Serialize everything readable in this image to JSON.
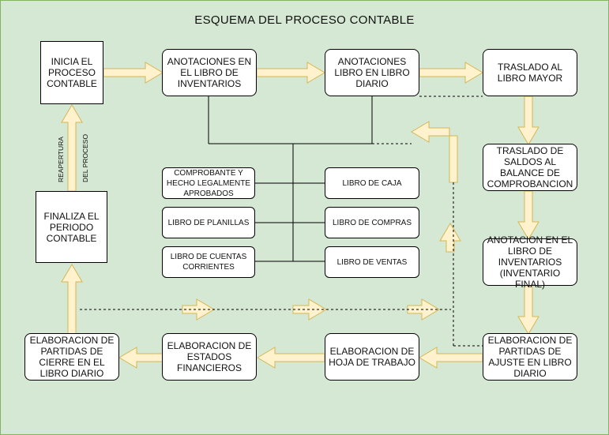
{
  "title": "ESQUEMA DEL PROCESO CONTABLE",
  "nodes": {
    "inicia": "INICIA EL PROCESO CONTABLE",
    "anot_inventarios": "ANOTACIONES EN EL LIBRO DE INVENTARIOS",
    "anot_diario": "ANOTACIONES LIBRO EN LIBRO DIARIO",
    "traslado_mayor": "TRASLADO AL LIBRO MAYOR",
    "traslado_saldos": "TRASLADO DE SALDOS AL BALANCE DE COMPROBANCION",
    "anot_inv_final": "ANOTACION EN EL LIBRO DE INVENTARIOS (INVENTARIO FINAL)",
    "ajuste": "ELABORACION DE PARTIDAS DE AJUSTE EN LIBRO DIARIO",
    "hoja_trabajo": "ELABORACION DE HOJA DE TRABAJO",
    "estados_fin": "ELABORACION DE ESTADOS FINANCIEROS",
    "cierre": "ELABORACION DE PARTIDAS DE CIERRE EN EL LIBRO DIARIO",
    "finaliza": "FINALIZA EL PERIODO CONTABLE",
    "comprobante": "COMPROBANTE Y HECHO LEGALMENTE APROBADOS",
    "planillas": "LIBRO DE PLANILLAS",
    "cuentas_corr": "LIBRO DE CUENTAS CORRIENTES",
    "caja": "LIBRO DE CAJA",
    "compras": "LIBRO DE COMPRAS",
    "ventas": "LIBRO DE VENTAS"
  },
  "labels": {
    "reapertura": "REAPERTURA",
    "del_proceso": "DEL PROCESO"
  },
  "colors": {
    "background": "#d5e8d4",
    "arrow_fill": "#fff2cc",
    "arrow_stroke": "#d6b656"
  }
}
